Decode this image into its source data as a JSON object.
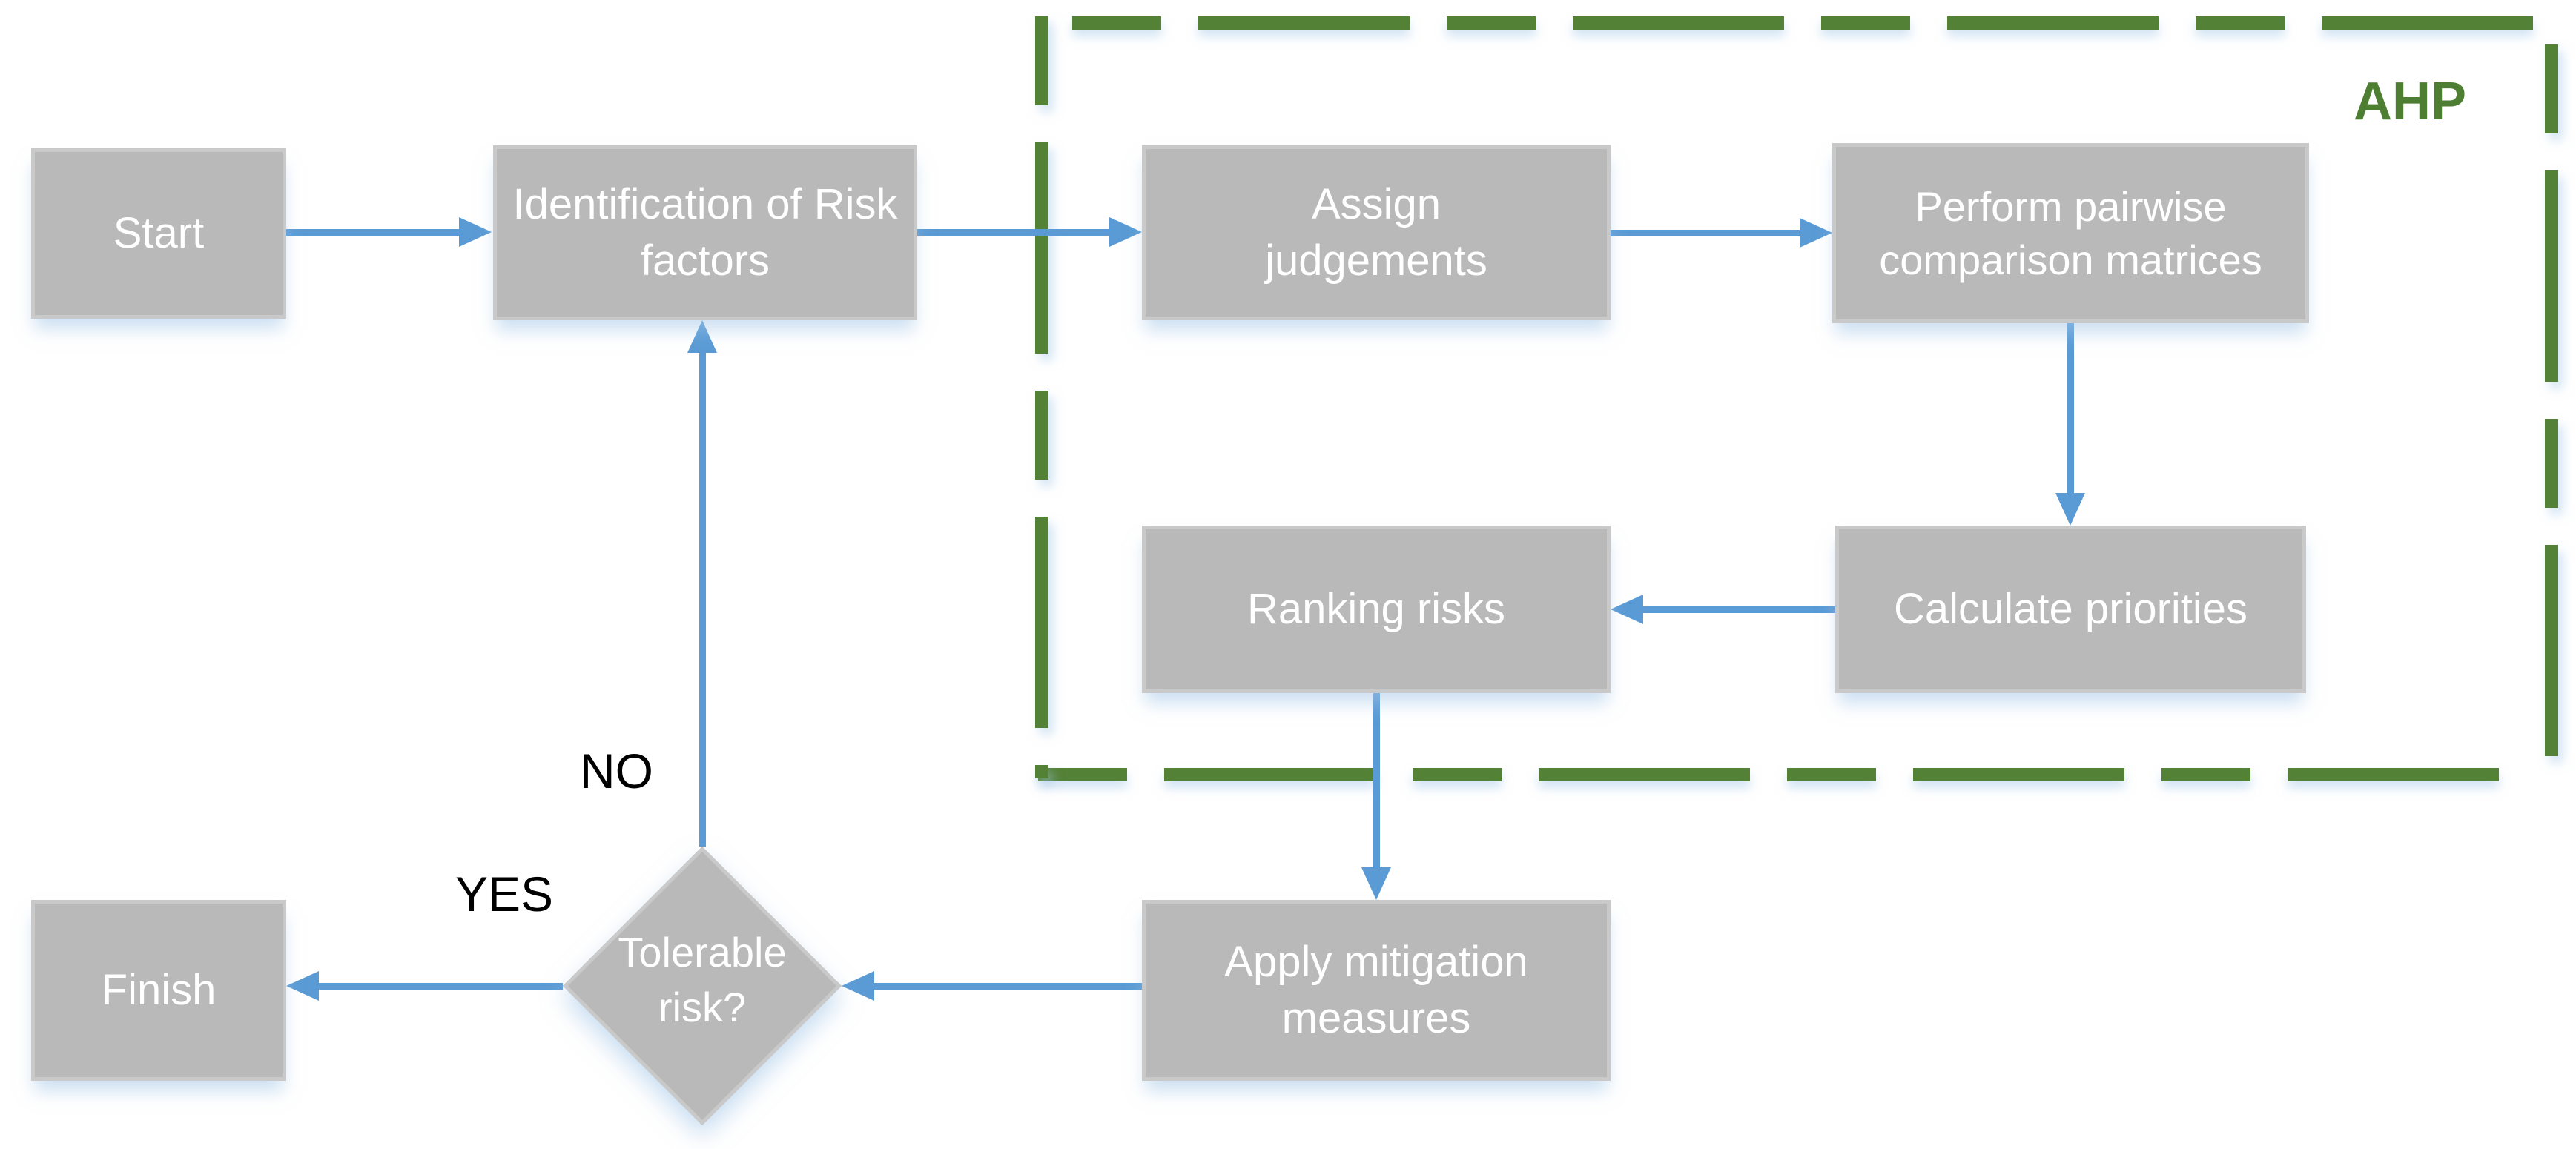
{
  "nodes": {
    "start": {
      "label": "Start"
    },
    "identification": {
      "label": "Identification of Risk factors"
    },
    "assign": {
      "label": "Assign judgements"
    },
    "perform": {
      "label": "Perform pairwise comparison matrices"
    },
    "calculate": {
      "label": "Calculate priorities"
    },
    "ranking": {
      "label": "Ranking risks"
    },
    "apply": {
      "label": "Apply mitigation measures"
    },
    "decision": {
      "label": "Tolerable risk?"
    },
    "finish": {
      "label": "Finish"
    }
  },
  "edge_labels": {
    "no": "NO",
    "yes": "YES"
  },
  "region": {
    "label": "AHP"
  },
  "colors": {
    "node_fill": "#b9b9b9",
    "node_border": "#c9c9c9",
    "node_text": "#ffffff",
    "arrow": "#5b9bd5",
    "region_border": "#538135",
    "region_label": "#4e7e32",
    "edge_label_text": "#000000",
    "shadow": "#9dc3e6"
  }
}
